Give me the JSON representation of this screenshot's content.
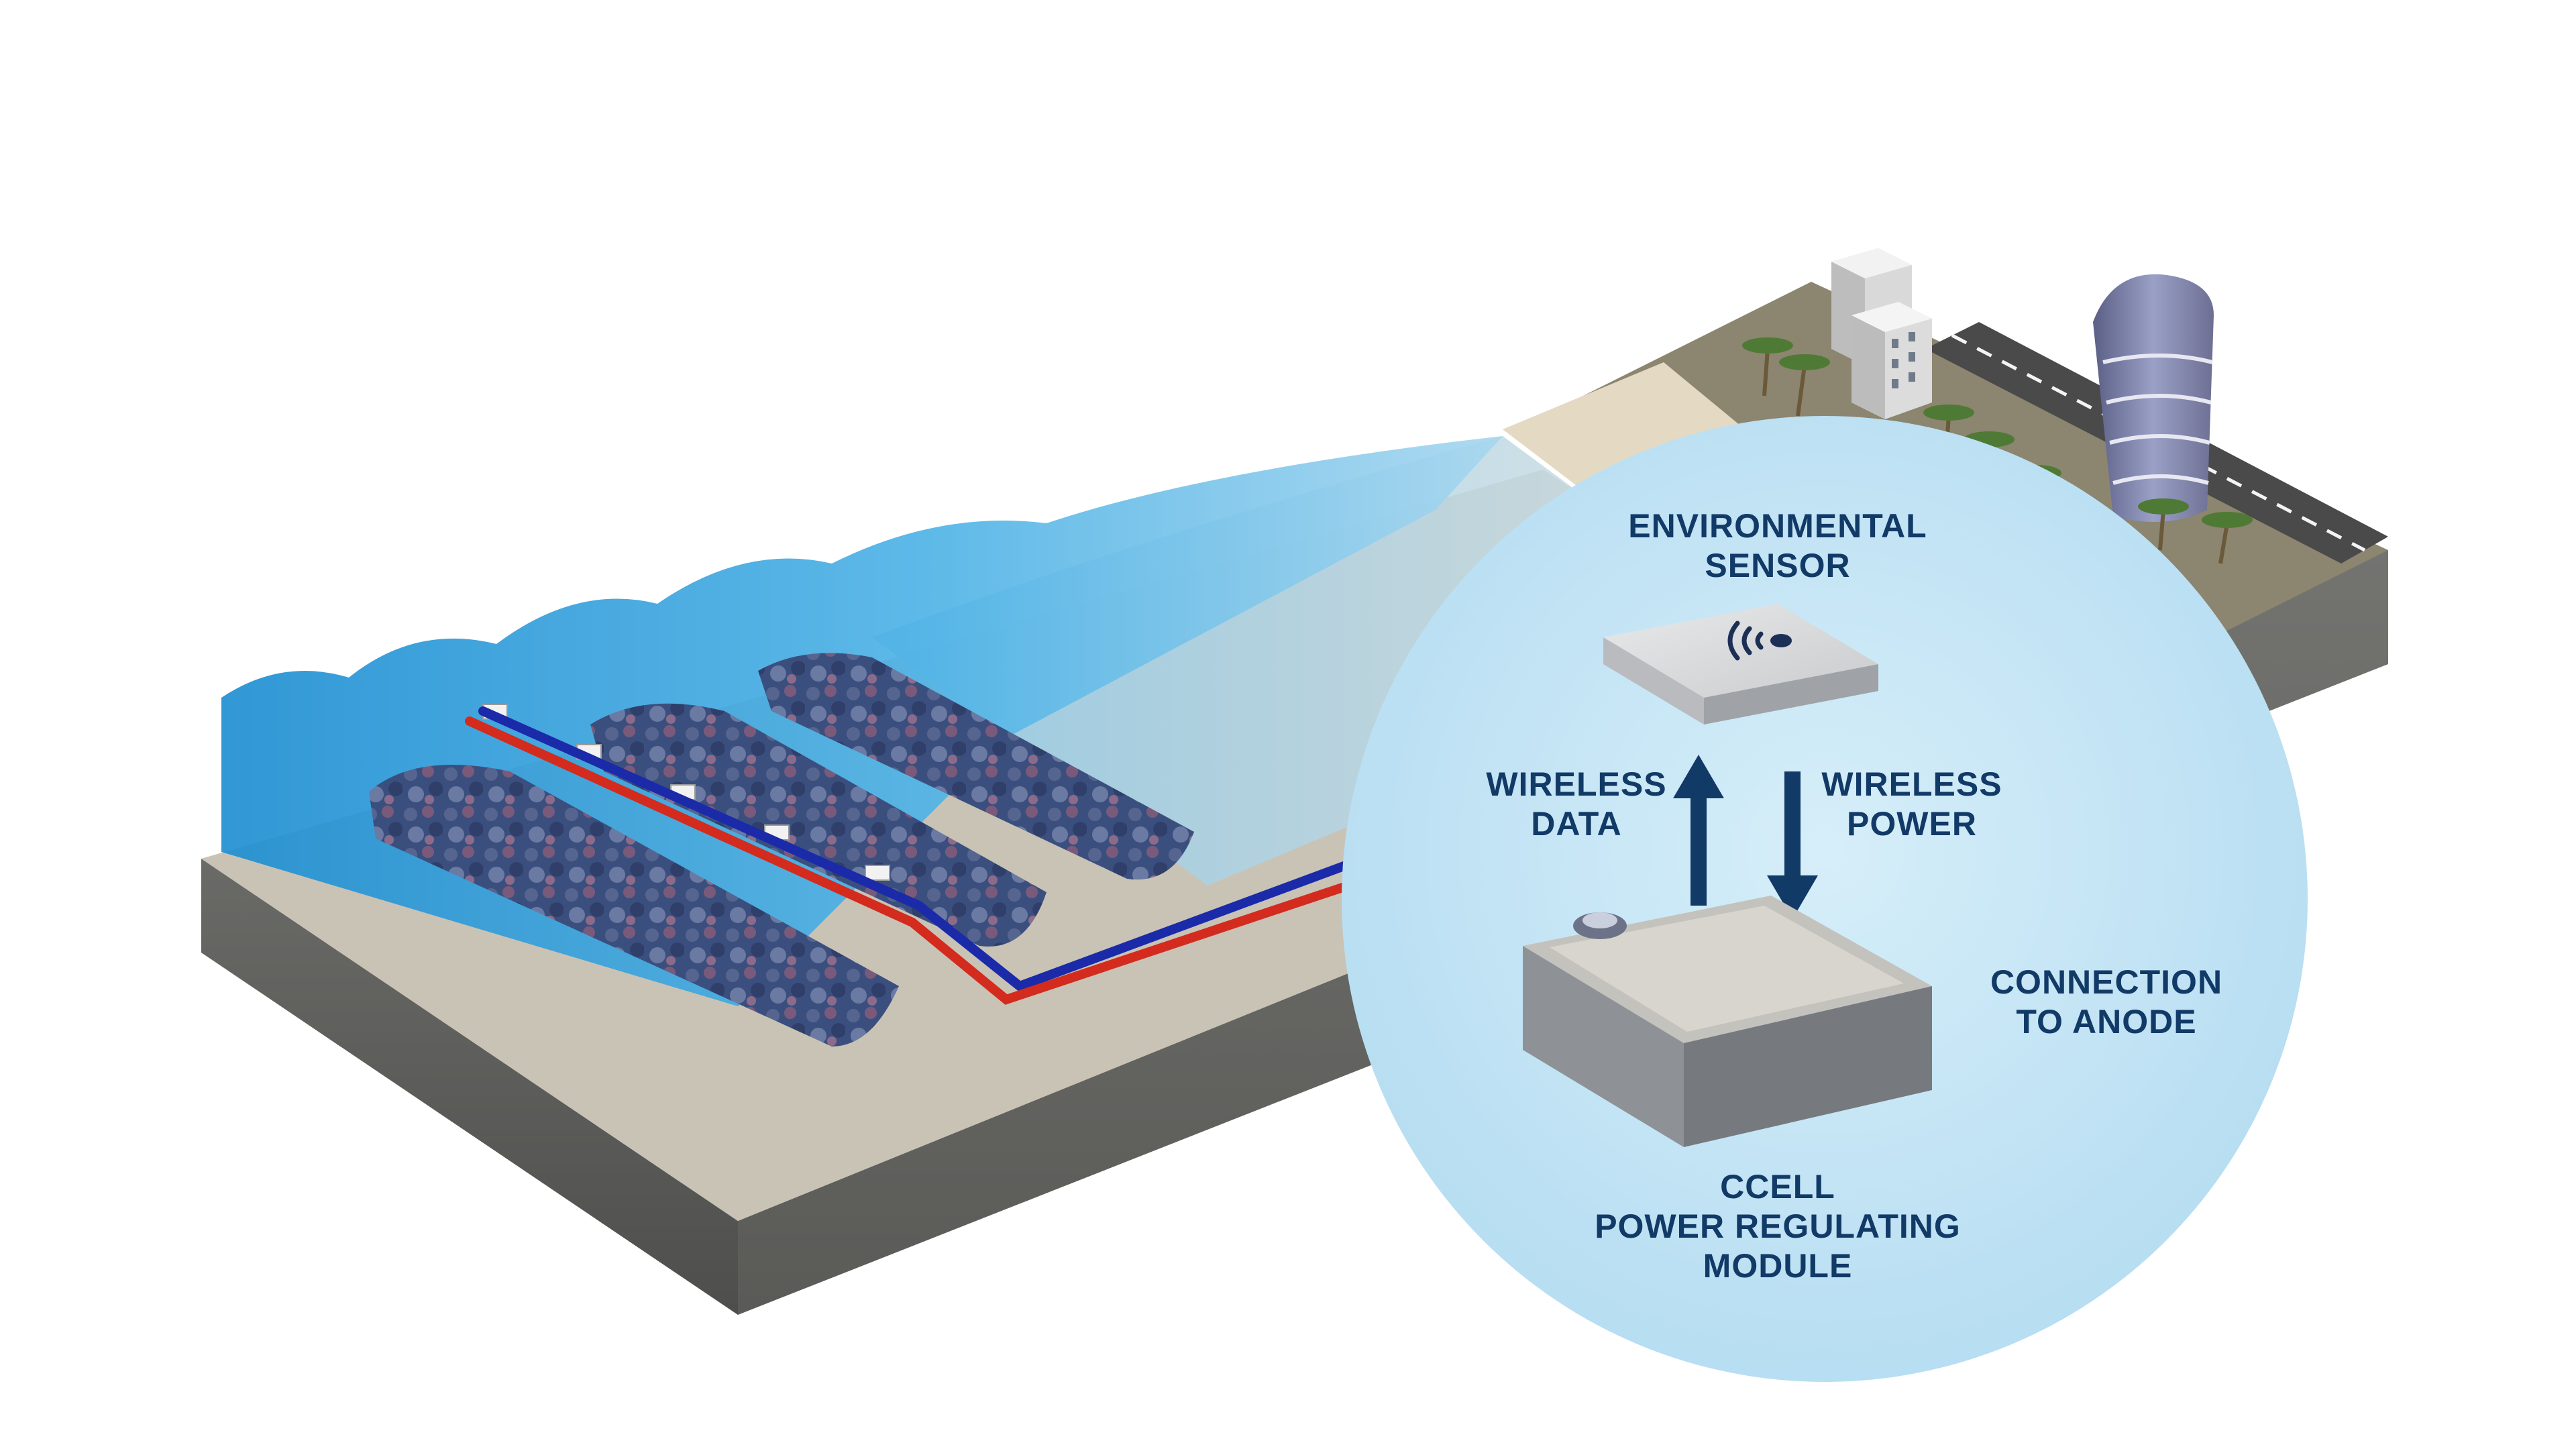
{
  "labels": {
    "sensor": {
      "line1": "ENVIRONMENTAL",
      "line2": "SENSOR"
    },
    "wireless_data": {
      "line1": "WIRELESS",
      "line2": "DATA"
    },
    "wireless_power": {
      "line1": "WIRELESS",
      "line2": "POWER"
    },
    "anode": {
      "line1": "CONNECTION",
      "line2": "TO ANODE"
    },
    "module": {
      "line1": "CCELL",
      "line2": "POWER REGULATING",
      "line3": "MODULE"
    }
  },
  "colors": {
    "label_text": "#123a67",
    "inset_circle": "#bfe3f4",
    "ground": "#5f5f5d",
    "sea": "#3aa3d9",
    "cable_positive": "#d32b1e",
    "cable_negative": "#1b2aa8",
    "arrow": "#123a67"
  },
  "icons": [
    "wireless-signal-icon"
  ]
}
